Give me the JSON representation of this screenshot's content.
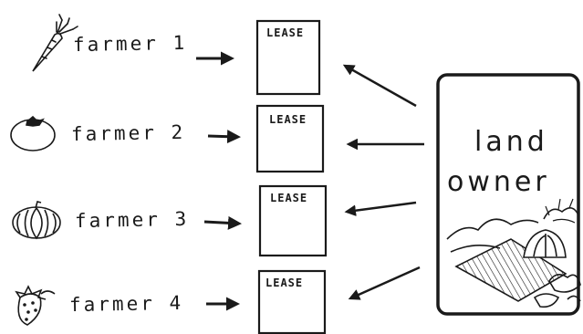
{
  "farmers": [
    {
      "label": "farmer 1",
      "crop_icon": "carrot-icon"
    },
    {
      "label": "farmer 2",
      "crop_icon": "tomato-icon"
    },
    {
      "label": "farmer 3",
      "crop_icon": "pumpkin-icon"
    },
    {
      "label": "farmer 4",
      "crop_icon": "strawberry-icon"
    }
  ],
  "leases": [
    {
      "label": "LEASE"
    },
    {
      "label": "LEASE"
    },
    {
      "label": "LEASE"
    },
    {
      "label": "LEASE"
    }
  ],
  "land_owner": {
    "line1": "land",
    "line2": "owner",
    "illustration_icon": "farmland-hills-greenhouse-icon"
  },
  "colors": {
    "ink": "#1a1a1a",
    "background": "#ffffff"
  }
}
